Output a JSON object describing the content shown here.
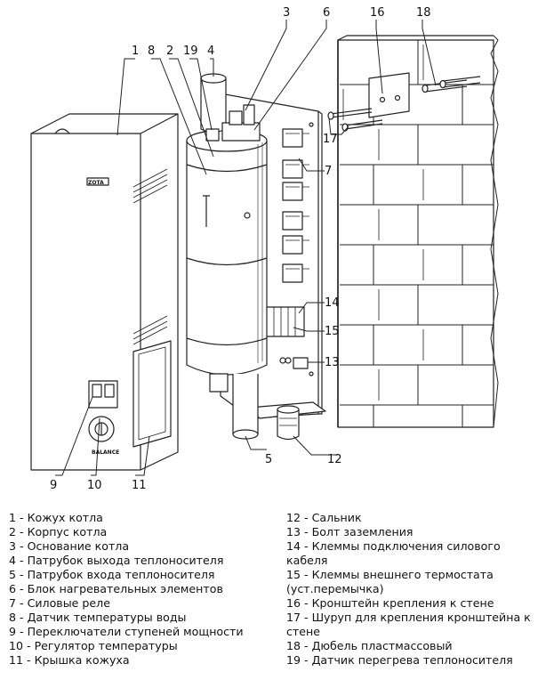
{
  "callouts": {
    "c1": "1",
    "c2": "2",
    "c3": "3",
    "c4": "4",
    "c5": "5",
    "c6": "6",
    "c7": "7",
    "c8": "8",
    "c9": "9",
    "c10": "10",
    "c11": "11",
    "c12": "12",
    "c13": "13",
    "c14": "14",
    "c15": "15",
    "c16": "16",
    "c17": "17",
    "c18": "18",
    "c19": "19"
  },
  "device_labels": {
    "brand": "ZOTA",
    "model": "BALANCE"
  },
  "legend": {
    "left": [
      "1 - Кожух котла",
      "2 - Корпус котла",
      "3 - Основание котла",
      "4 - Патрубок выхода теплоносителя",
      "5 - Патрубок входа теплоносителя",
      "6 - Блок нагревательных элементов",
      "7 - Силовые реле",
      "8 - Датчик температуры воды",
      "9 - Переключатели ступеней мощности",
      "10 - Регулятор температуры",
      "11 - Крышка кожуха"
    ],
    "right": [
      "12 - Сальник",
      "13 - Болт заземления",
      "14 - Клеммы подключения силового кабеля",
      "15 - Клеммы внешнего термостата (уст.перемычка)",
      "16 - Кронштейн крепления к стене",
      "17 - Шуруп для крепления кронштейна к стене",
      "18 - Дюбель пластмассовый",
      "19 - Датчик перегрева теплоносителя"
    ]
  }
}
